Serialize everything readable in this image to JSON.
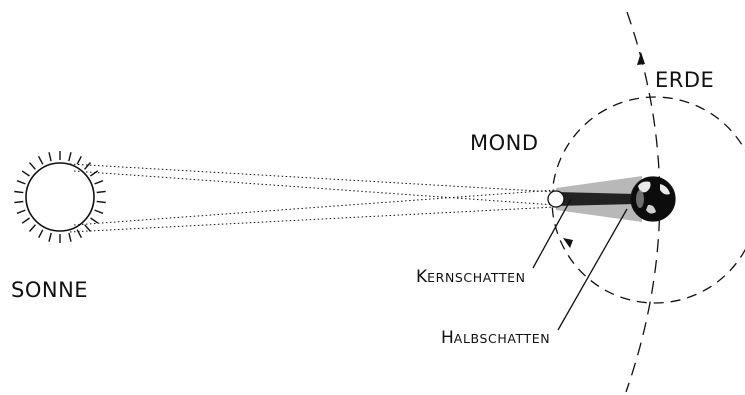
{
  "labels": {
    "sun": "SONNE",
    "moon": "MOND",
    "earth": "ERDE",
    "umbra_initial": "K",
    "umbra_rest": "ERNSCHATTEN",
    "penumbra_initial": "H",
    "penumbra_rest": "ALBSCHATTEN"
  },
  "colors": {
    "line": "#111111",
    "umbra": "#222222",
    "penumbra": "#b8b8b8",
    "background": "#ffffff"
  },
  "icons": {
    "sun": "sun-with-rays",
    "moon": "moon-circle",
    "earth": "earth-globe",
    "orbit_arrow": "arrowhead"
  }
}
